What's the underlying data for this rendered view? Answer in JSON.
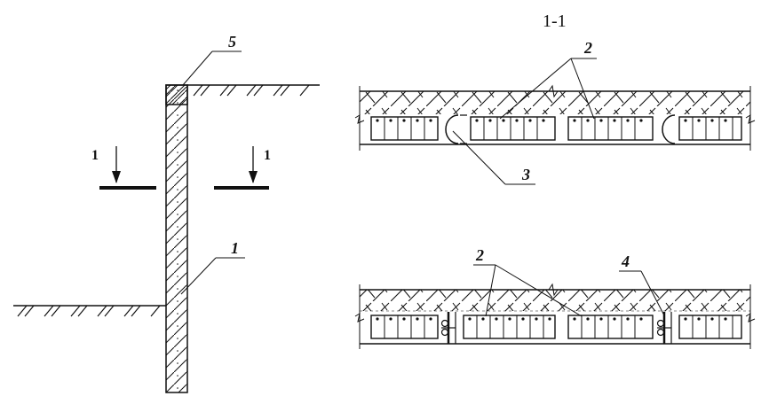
{
  "section_title": "1-1",
  "section_marks": {
    "left": "1",
    "right": "1"
  },
  "callouts": {
    "wall": "1",
    "cage_top": "2",
    "joint_round": "3",
    "joint_bottom_cage": "2",
    "joint_steel": "4",
    "crown_beam": "5"
  },
  "colors": {
    "ink": "#111111",
    "paper": "#ffffff"
  }
}
